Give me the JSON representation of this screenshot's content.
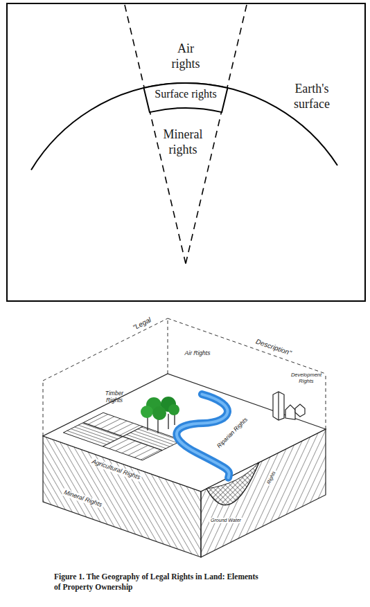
{
  "diagram": {
    "caption": "Figure 1. The Geography of Legal Rights in Land: Elements of Property Ownership",
    "nodes": [
      {
        "text": [
          "Surface rights"
        ]
      }
    ],
    "labels": [
      "Air rights",
      "Earth's surface",
      "Mineral rights",
      "\"Legal",
      "Description\"",
      "Air Rights",
      "Development Rights",
      "Timber Rights",
      "Riparian Rights",
      "Agricultural Rights",
      "Ground Water",
      "Rights",
      "Mineral Rights"
    ]
  }
}
